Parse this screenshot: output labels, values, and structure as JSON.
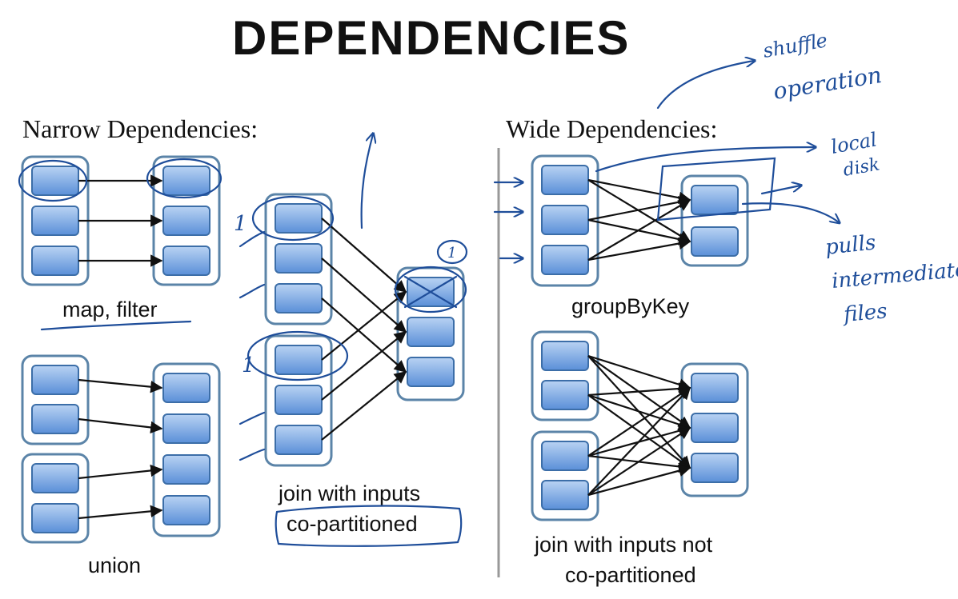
{
  "title": "DEPENDENCIES",
  "narrow": {
    "heading": "Narrow Dependencies:",
    "map_filter_label": "map, filter",
    "union_label": "union",
    "join_label_line1": "join with inputs",
    "join_label_line2": "co-partitioned"
  },
  "wide": {
    "heading": "Wide Dependencies:",
    "groupbykey_label": "groupByKey",
    "join_label_line1": "join with inputs not",
    "join_label_line2": "co-partitioned"
  },
  "annotations": {
    "shuffle_line1": "shuffle",
    "shuffle_line2": "operation",
    "local_line1": "local",
    "local_line2": "disk",
    "pulls_line1": "pulls",
    "pulls_line2": "intermediate",
    "pulls_line3": "files",
    "num1_a": "1",
    "num1_b": "1",
    "num1_c": "1"
  },
  "colors": {
    "partition_fill_top": "#a9c8f0",
    "partition_fill_bottom": "#4f86d4",
    "partition_stroke": "#3c6ea8",
    "rdd_stroke": "#5b84a8",
    "ink": "#1f4e9a",
    "arrow": "#111111"
  }
}
